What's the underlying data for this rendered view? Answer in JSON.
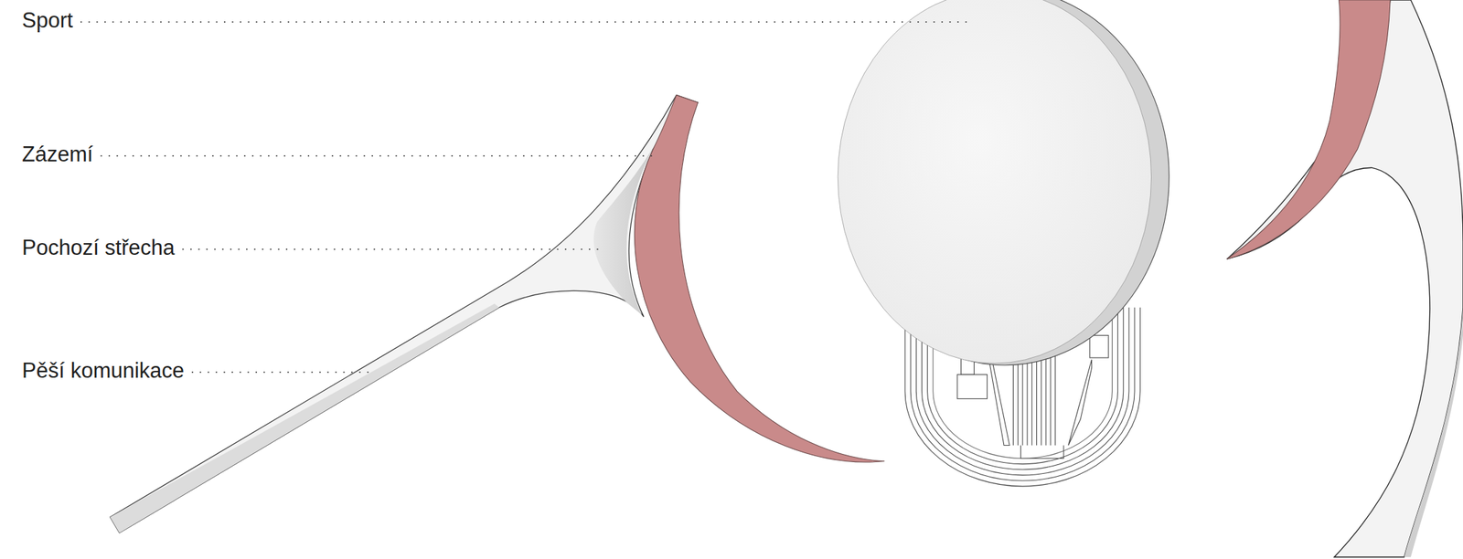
{
  "diagram": {
    "labels": [
      "Sport",
      "Zázemí",
      "Pochozí střecha",
      "Pěší komunikace"
    ]
  }
}
